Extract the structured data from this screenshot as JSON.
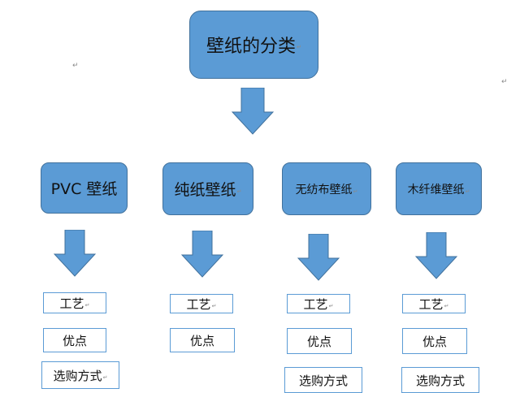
{
  "title": "壁纸的分类",
  "paragraph_mark": "↵",
  "categories": [
    {
      "label": "PVC 壁纸",
      "items": [
        "工艺",
        "优点",
        "选购方式"
      ]
    },
    {
      "label": "纯纸壁纸",
      "items": [
        "工艺",
        "优点"
      ]
    },
    {
      "label": "无纺布壁纸",
      "items": [
        "工艺",
        "优点",
        "选购方式"
      ]
    },
    {
      "label": "木纤维壁纸",
      "items": [
        "工艺",
        "优点",
        "选购方式"
      ]
    }
  ],
  "colors": {
    "node_fill": "#5B9BD5",
    "node_border": "#41719C",
    "leaf_border": "#5B9BD5",
    "leaf_fill": "#FFFFFF"
  }
}
